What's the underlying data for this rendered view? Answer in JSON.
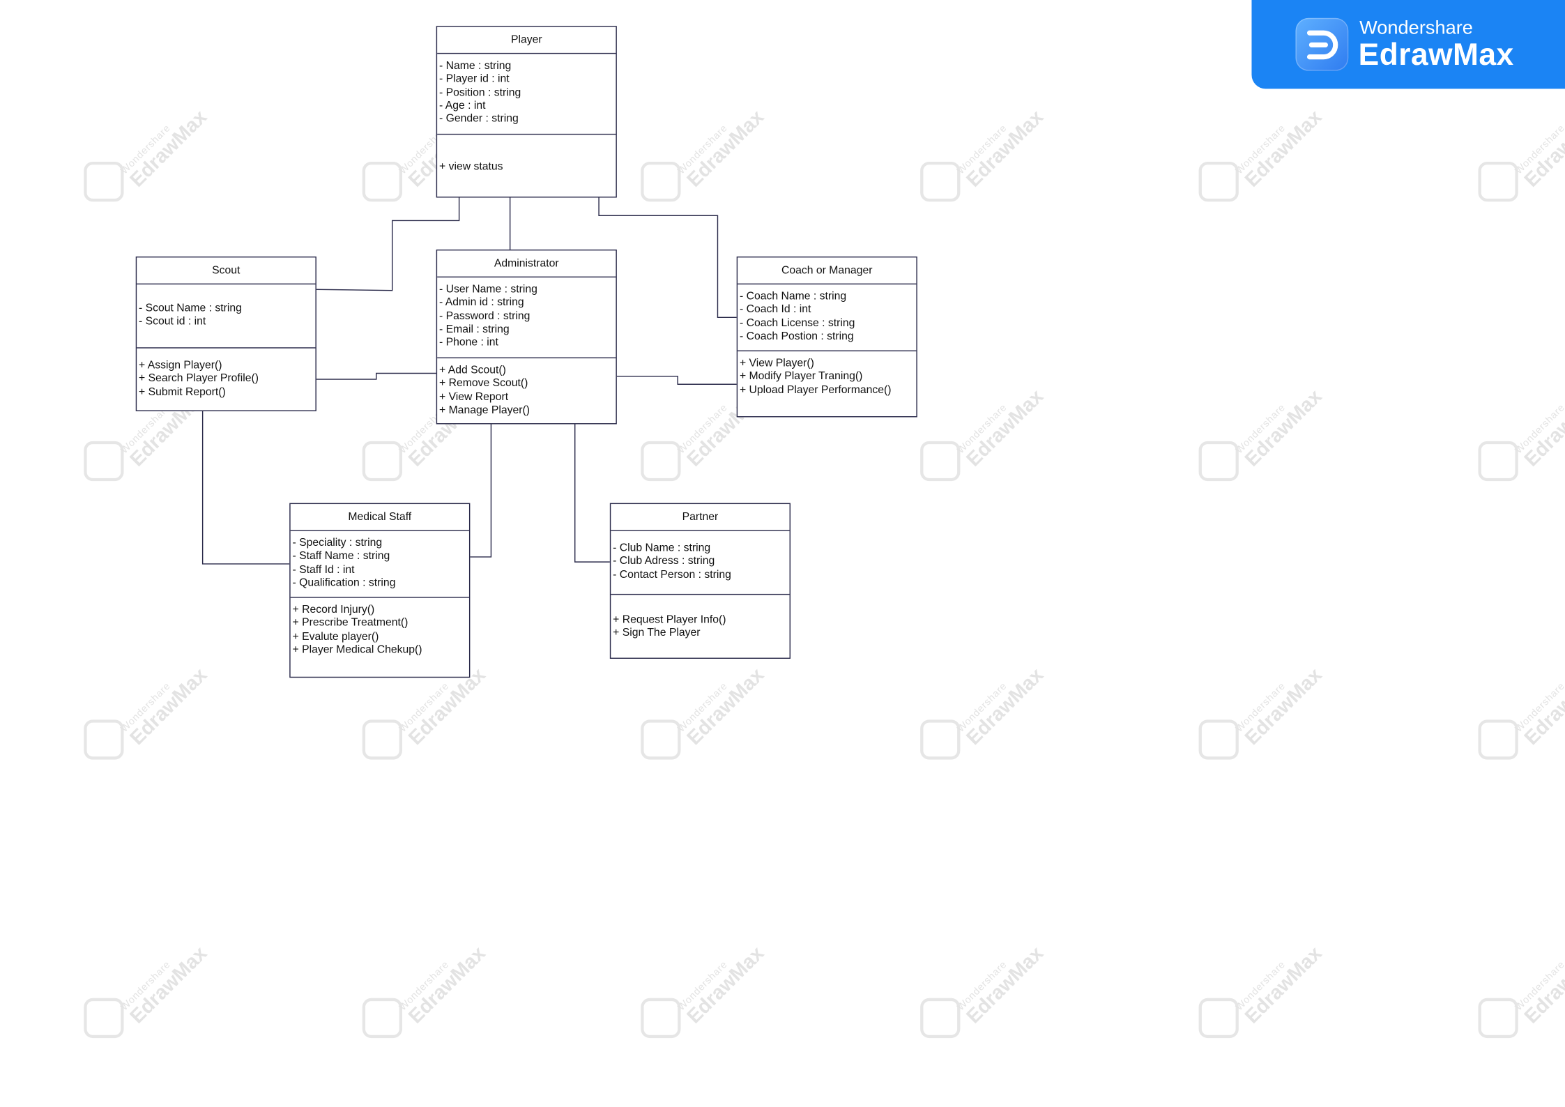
{
  "brand": {
    "small": "Wondershare",
    "big": "EdrawMax"
  },
  "watermark": {
    "small": "Wondershare",
    "big": "EdrawMax"
  },
  "classes": {
    "player": {
      "name": "Player",
      "attributes": [
        "- Name : string",
        "- Player id : int",
        "- Position : string",
        "- Age : int",
        "- Gender : string"
      ],
      "operations": [
        "+ view status"
      ]
    },
    "administrator": {
      "name": "Administrator",
      "attributes": [
        "- User Name : string",
        "- Admin  id : string",
        "- Password : string",
        "- Email : string",
        "- Phone : int"
      ],
      "operations": [
        "+ Add Scout()",
        "+ Remove Scout()",
        "+ View Report",
        "+ Manage Player()"
      ]
    },
    "scout": {
      "name": "Scout",
      "attributes": [
        "- Scout Name : string",
        "- Scout id : int"
      ],
      "operations": [
        "+ Assign Player()",
        "+ Search Player Profile()",
        "+ Submit Report()"
      ]
    },
    "coach": {
      "name": "Coach or Manager",
      "attributes": [
        "- Coach Name : string",
        "- Coach Id : int",
        "- Coach License : string",
        "- Coach Postion : string"
      ],
      "operations": [
        "+ View Player()",
        "+ Modify Player Traning()",
        "+ Upload Player Performance()"
      ]
    },
    "medical": {
      "name": "Medical Staff",
      "attributes": [
        "- Speciality : string",
        "- Staff Name : string",
        "- Staff Id : int",
        "- Qualification : string"
      ],
      "operations": [
        "+ Record Injury()",
        "+ Prescribe Treatment()",
        "+ Evalute player()",
        "+ Player Medical Chekup()"
      ]
    },
    "partner": {
      "name": "Partner",
      "attributes": [
        "- Club Name : string",
        "- Club Adress : string",
        "- Contact Person : string"
      ],
      "operations": [
        "+ Request Player Info()",
        "+ Sign The Player"
      ]
    }
  }
}
